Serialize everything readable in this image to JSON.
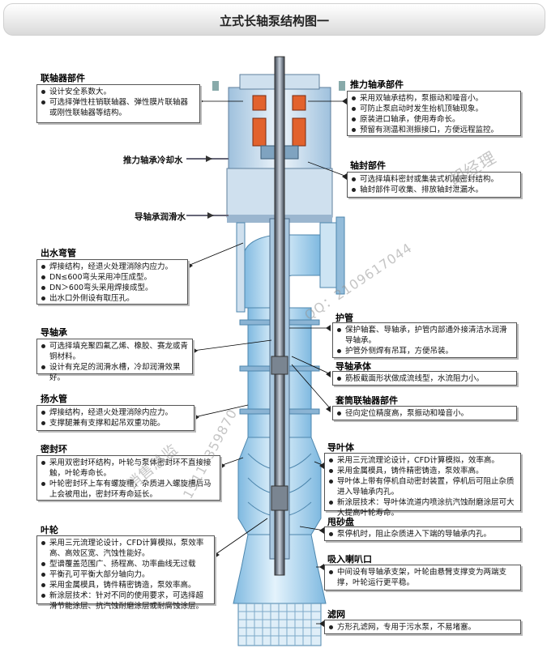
{
  "title": "立式长轴泵结构图一",
  "labels": {
    "cooling": "推力轴承冷却水",
    "lube": "导轴承润滑水"
  },
  "sections": {
    "coupling": {
      "title": "联轴器部件",
      "items": [
        "设计安全系数大。",
        "可选择弹性柱销联轴器、弹性膜片联轴器或刚性联轴器等结构。"
      ]
    },
    "thrust": {
      "title": "推力轴承部件",
      "items": [
        "采用双轴承结构，泵振动和噪音小。",
        "可防止泵启动时发生抬机顶轴现象。",
        "原装进口轴承，使用寿命长。",
        "预留有测温和测振接口，方便远程监控。"
      ]
    },
    "seal": {
      "title": "轴封部件",
      "items": [
        "可选择填料密封或集装式机械密封结构。",
        "轴封部件可收集、排放轴封泄漏水。"
      ]
    },
    "outlet": {
      "title": "出水弯管",
      "items": [
        "焊接结构，经退火处理消除内应力。",
        "DN≤600弯头采用冲压成型。",
        "DN＞600弯头采用焊接成型。",
        "出水口外侧设有取压孔。"
      ]
    },
    "guide": {
      "title": "导轴承",
      "items": [
        "可选择填充聚四氟乙烯、橡胶、赛龙或青铜材料。",
        "设计有充足的润滑水槽，冷却润滑效果好。"
      ]
    },
    "protect": {
      "title": "护管",
      "items": [
        "保护轴套、导轴承，护管内部通外接清洁水润滑导轴承。",
        "护管外侧焊有吊耳，方便吊装。"
      ]
    },
    "bearingbody": {
      "title": "导轴承体",
      "items": [
        "筋板截面形状做成流线型，水流阻力小。"
      ]
    },
    "lift": {
      "title": "扬水管",
      "items": [
        "焊接结构，经退火处理消除内应力。",
        "支撑腿兼有支撑和起吊双重功能。"
      ]
    },
    "sleeve": {
      "title": "套筒联轴器部件",
      "items": [
        "径向定位精度高，泵振动和噪音小。"
      ]
    },
    "ring": {
      "title": "密封环",
      "items": [
        "采用双密封环结构，叶轮与泵体密封环不直接接触，叶轮寿命长。",
        "叶轮密封环上车有螺旋槽，杂质进入螺旋槽后马上会被甩出，密封环寿命延长。"
      ]
    },
    "vane": {
      "title": "导叶体",
      "items": [
        "采用三元流理论设计，CFD计算模拟，效率高。",
        "采用金属模具，铸件精密铸造，泵效率高。",
        "导叶体上带有停机自动密封装置，停机后可阻止杂质进入导轴承内孔。",
        "新涂层技术：导叶体流道内喷涂抗汽蚀耐磨涂层可大大提高叶轮寿命。"
      ]
    },
    "impeller": {
      "title": "叶轮",
      "items": [
        "采用三元流理论设计，CFD计算模拟，泵效率高、高效区宽、汽蚀性能好。",
        "型谱覆盖范围广、扬程高、功率曲线无过载",
        "平衡孔可平衡大部分轴向力。",
        "采用金属模具，铸件精密铸造，泵效率高。",
        "新涂层技术：针对不同的使用要求，可选择超滑节能涂层、抗汽蚀耐磨涂层或耐腐蚀涂层。"
      ]
    },
    "sand": {
      "title": "甩砂盘",
      "items": [
        "泵停机时，阻止杂质进入下端的导轴承内孔。"
      ]
    },
    "suction": {
      "title": "吸入喇叭口",
      "items": [
        "中间设有导轴承支架，叶轮由悬臂支撑变为两端支撑，叶轮运行更平稳。"
      ]
    },
    "screen": {
      "title": "滤网",
      "items": [
        "方形孔滤网，专用于污水泵，不易堵塞。"
      ]
    }
  },
  "watermark": {
    "phone1": "15111359870",
    "qq": "QQ：2109617044",
    "role1": "销售总监",
    "role2": "胡经理"
  },
  "colors": {
    "pipe": "#b9dcf2",
    "pipe_dark": "#6aaed8",
    "shaft": "#5b6470",
    "motor": "#e2622d",
    "frame": "#d6e2ee"
  }
}
